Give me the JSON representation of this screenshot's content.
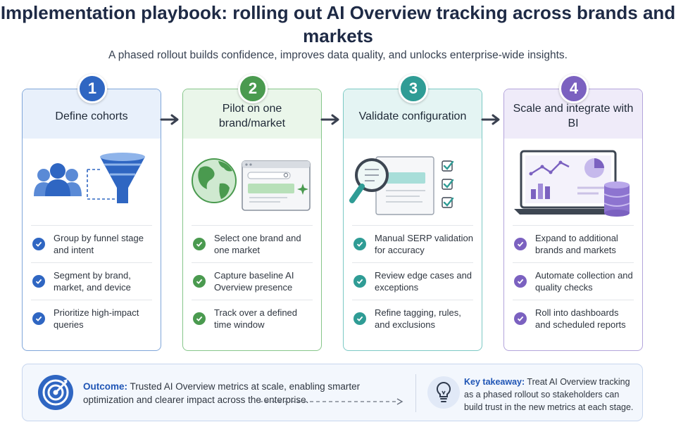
{
  "title": "Implementation playbook: rolling out AI Overview tracking across brands and markets",
  "subtitle": "A phased rollout builds confidence, improves data quality, and unlocks enterprise-wide insights.",
  "colors": {
    "step1": "#2f66c2",
    "step2": "#4a9a4f",
    "step3": "#2f9c95",
    "step4": "#7b61c0",
    "accent": "#1f55b5"
  },
  "steps": [
    {
      "number": "1",
      "title": "Define cohorts",
      "illustration": "people-funnel-icon",
      "items": [
        {
          "text": "Group by funnel stage and intent"
        },
        {
          "text": "Segment by brand, market, and device"
        },
        {
          "text": "Prioritize high-impact queries"
        }
      ]
    },
    {
      "number": "2",
      "title": "Pilot on one brand/market",
      "illustration": "globe-browser-icon",
      "items": [
        {
          "text": "Select one brand and one market"
        },
        {
          "text": "Capture baseline AI Overview presence"
        },
        {
          "text": "Track over a defined time window"
        }
      ]
    },
    {
      "number": "3",
      "title": "Validate configuration",
      "illustration": "magnifier-checklist-icon",
      "items": [
        {
          "text": "Manual SERP validation for accuracy"
        },
        {
          "text": "Review edge cases and exceptions"
        },
        {
          "text": "Refine tagging, rules, and exclusions"
        }
      ]
    },
    {
      "number": "4",
      "title": "Scale and integrate with BI",
      "illustration": "laptop-dashboard-database-icon",
      "items": [
        {
          "text": "Expand to additional brands and markets"
        },
        {
          "text": "Automate collection and quality checks"
        },
        {
          "text": "Roll into dashboards and scheduled reports"
        }
      ]
    }
  ],
  "outcome": {
    "label": "Outcome:",
    "text": " Trusted AI Overview metrics at scale, enabling smarter optimization and clearer impact across the enterprise.",
    "icon": "target-icon"
  },
  "takeaway": {
    "label": "Key takeaway:",
    "text": " Treat AI Overview tracking as a phased rollout so stakeholders can build trust in the new metrics at each stage.",
    "icon": "lightbulb-icon"
  }
}
